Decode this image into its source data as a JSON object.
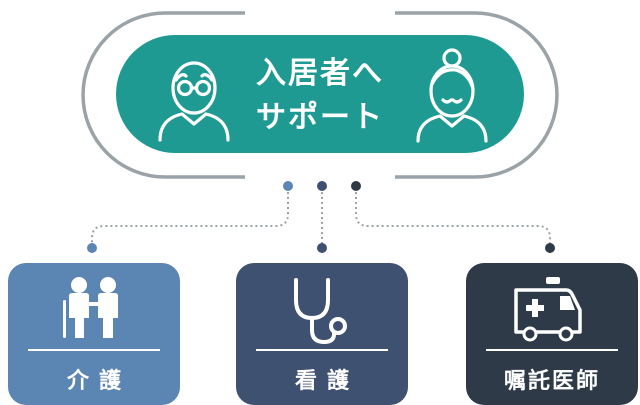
{
  "hub": {
    "title_line1": "入居者へ",
    "title_line2": "サポート",
    "color": "#1f9a93",
    "frame_color": "#9aa3a7"
  },
  "icons": {
    "left_person": "elderly-man-with-glasses-icon",
    "right_person": "elderly-woman-with-bun-icon"
  },
  "connector_color": "#9aa3a7",
  "services": [
    {
      "label": "介護",
      "color": "#5b86b4",
      "dot_color": "#5b86b4",
      "icon": "caregiver-helping-person-icon"
    },
    {
      "label": "看護",
      "color": "#3f5170",
      "dot_color": "#3f5170",
      "icon": "stethoscope-icon"
    },
    {
      "label": "嘱託医師",
      "color": "#2e3a48",
      "dot_color": "#2e3a48",
      "icon": "ambulance-icon"
    }
  ]
}
